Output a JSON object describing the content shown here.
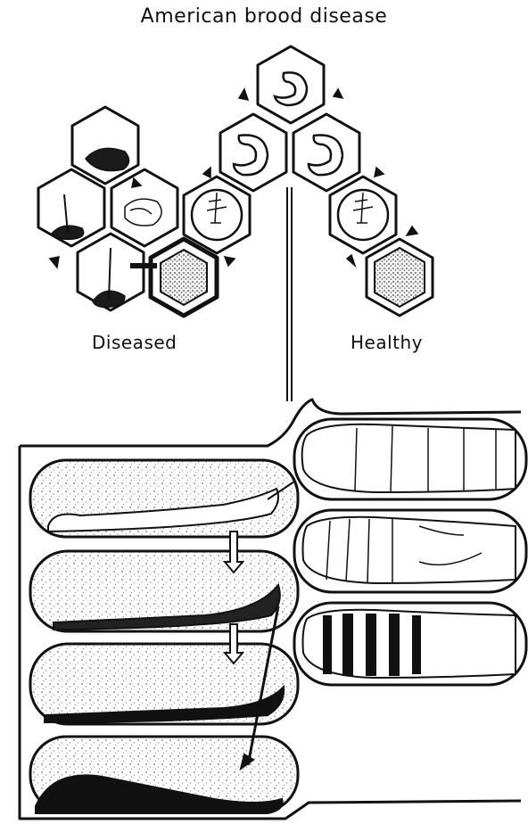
{
  "diagram": {
    "title": "American brood disease",
    "labels": {
      "diseased": "Diseased",
      "healthy": "Healthy"
    },
    "colors": {
      "ink": "#111111",
      "paper": "#ffffff",
      "stipple": "#9a9a9a",
      "scale_dark": "#1a1a1a"
    }
  }
}
